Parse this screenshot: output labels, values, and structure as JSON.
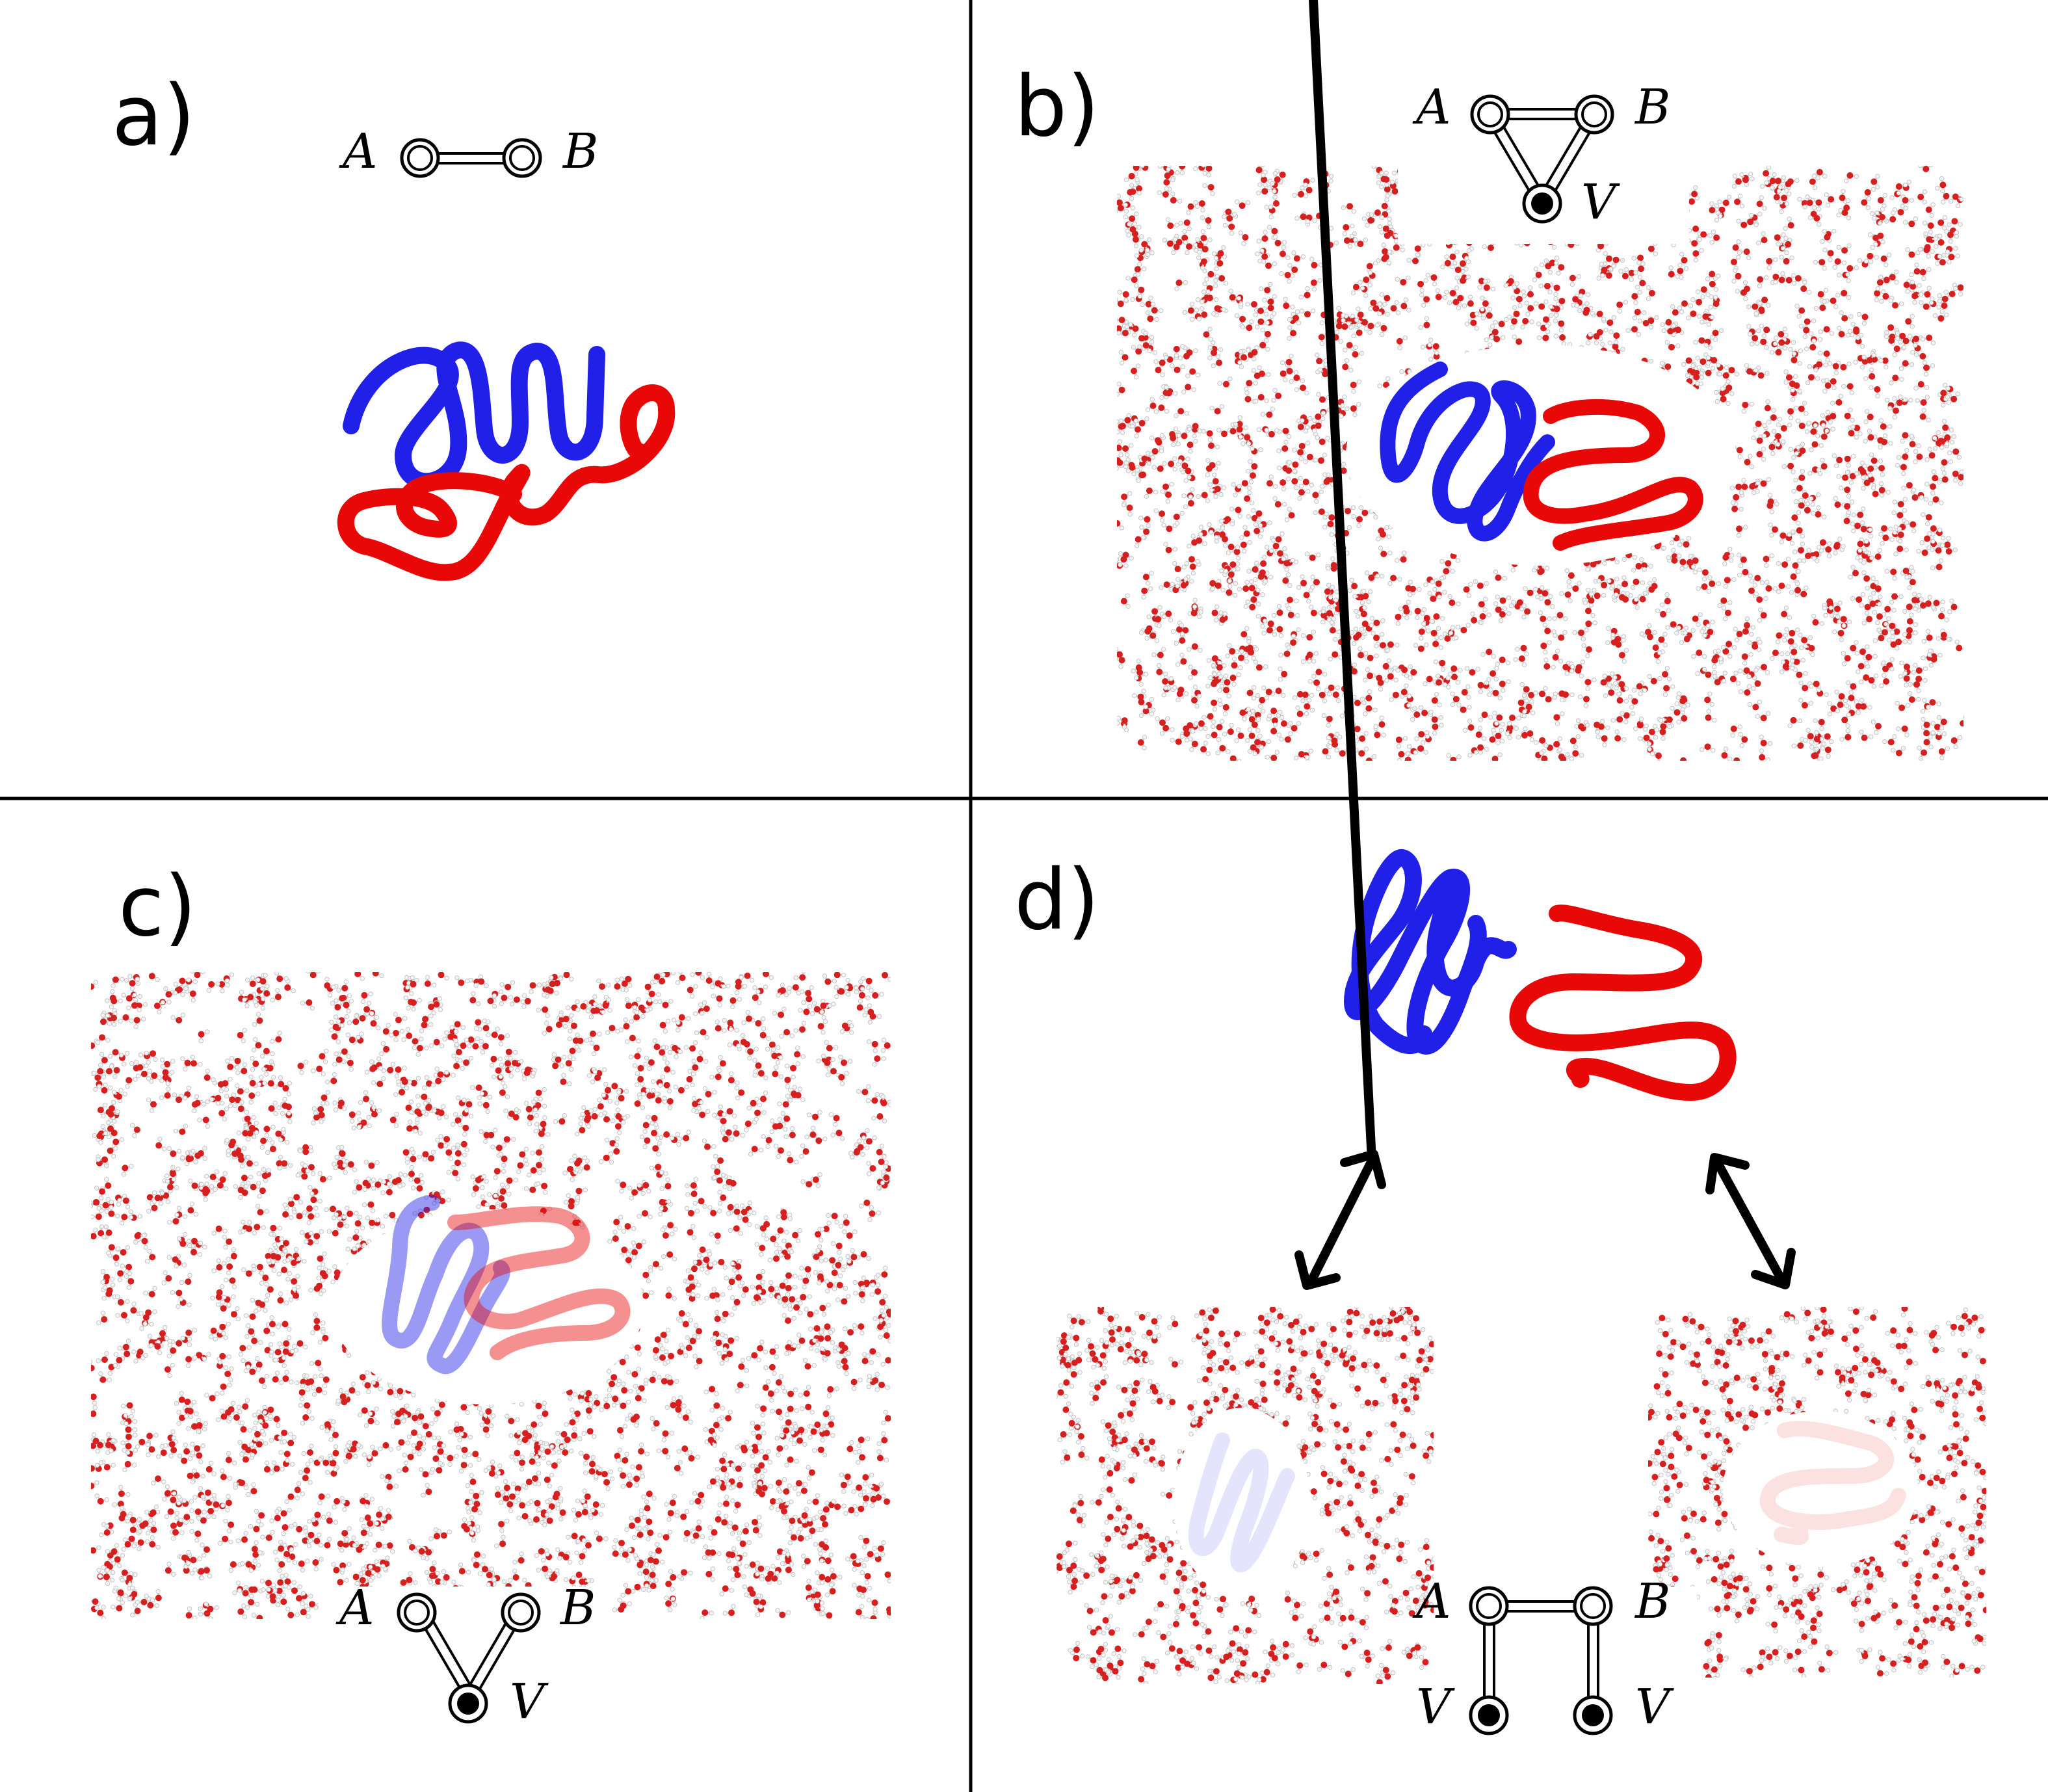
{
  "panels": {
    "a": {
      "label": "a)",
      "graph": {
        "node_labels": [
          "A",
          "B"
        ],
        "edges": [
          [
            "A",
            "B"
          ]
        ],
        "virtual_nodes": []
      }
    },
    "b": {
      "label": "b)",
      "graph": {
        "node_labels": [
          "A",
          "B",
          "V"
        ],
        "edges": [
          [
            "A",
            "B"
          ],
          [
            "A",
            "V"
          ],
          [
            "B",
            "V"
          ]
        ],
        "virtual_nodes": [
          "V"
        ]
      }
    },
    "c": {
      "label": "c)",
      "graph": {
        "node_labels": [
          "A",
          "B",
          "V"
        ],
        "edges": [
          [
            "A",
            "V"
          ],
          [
            "B",
            "V"
          ]
        ],
        "virtual_nodes": [
          "V"
        ]
      }
    },
    "d": {
      "label": "d)",
      "graph": {
        "node_labels": [
          "A",
          "B",
          "V",
          "V"
        ],
        "edges": [
          [
            "A",
            "B"
          ],
          [
            "A",
            "V"
          ],
          [
            "B",
            "V"
          ]
        ],
        "virtual_nodes": [
          "V",
          "V"
        ]
      }
    }
  },
  "colors": {
    "chain_a": "#2020e8",
    "chain_b": "#e80808",
    "water_oxygen": "#d62020",
    "water_hydrogen": "#d8d8d8",
    "divider": "#000000",
    "arrow": "#000000"
  },
  "icons": {
    "real_node": "double-circle-icon",
    "virtual_node": "filled-circle-icon",
    "double_bond": "double-line-edge",
    "arrow": "double-headed-arrow-icon"
  }
}
